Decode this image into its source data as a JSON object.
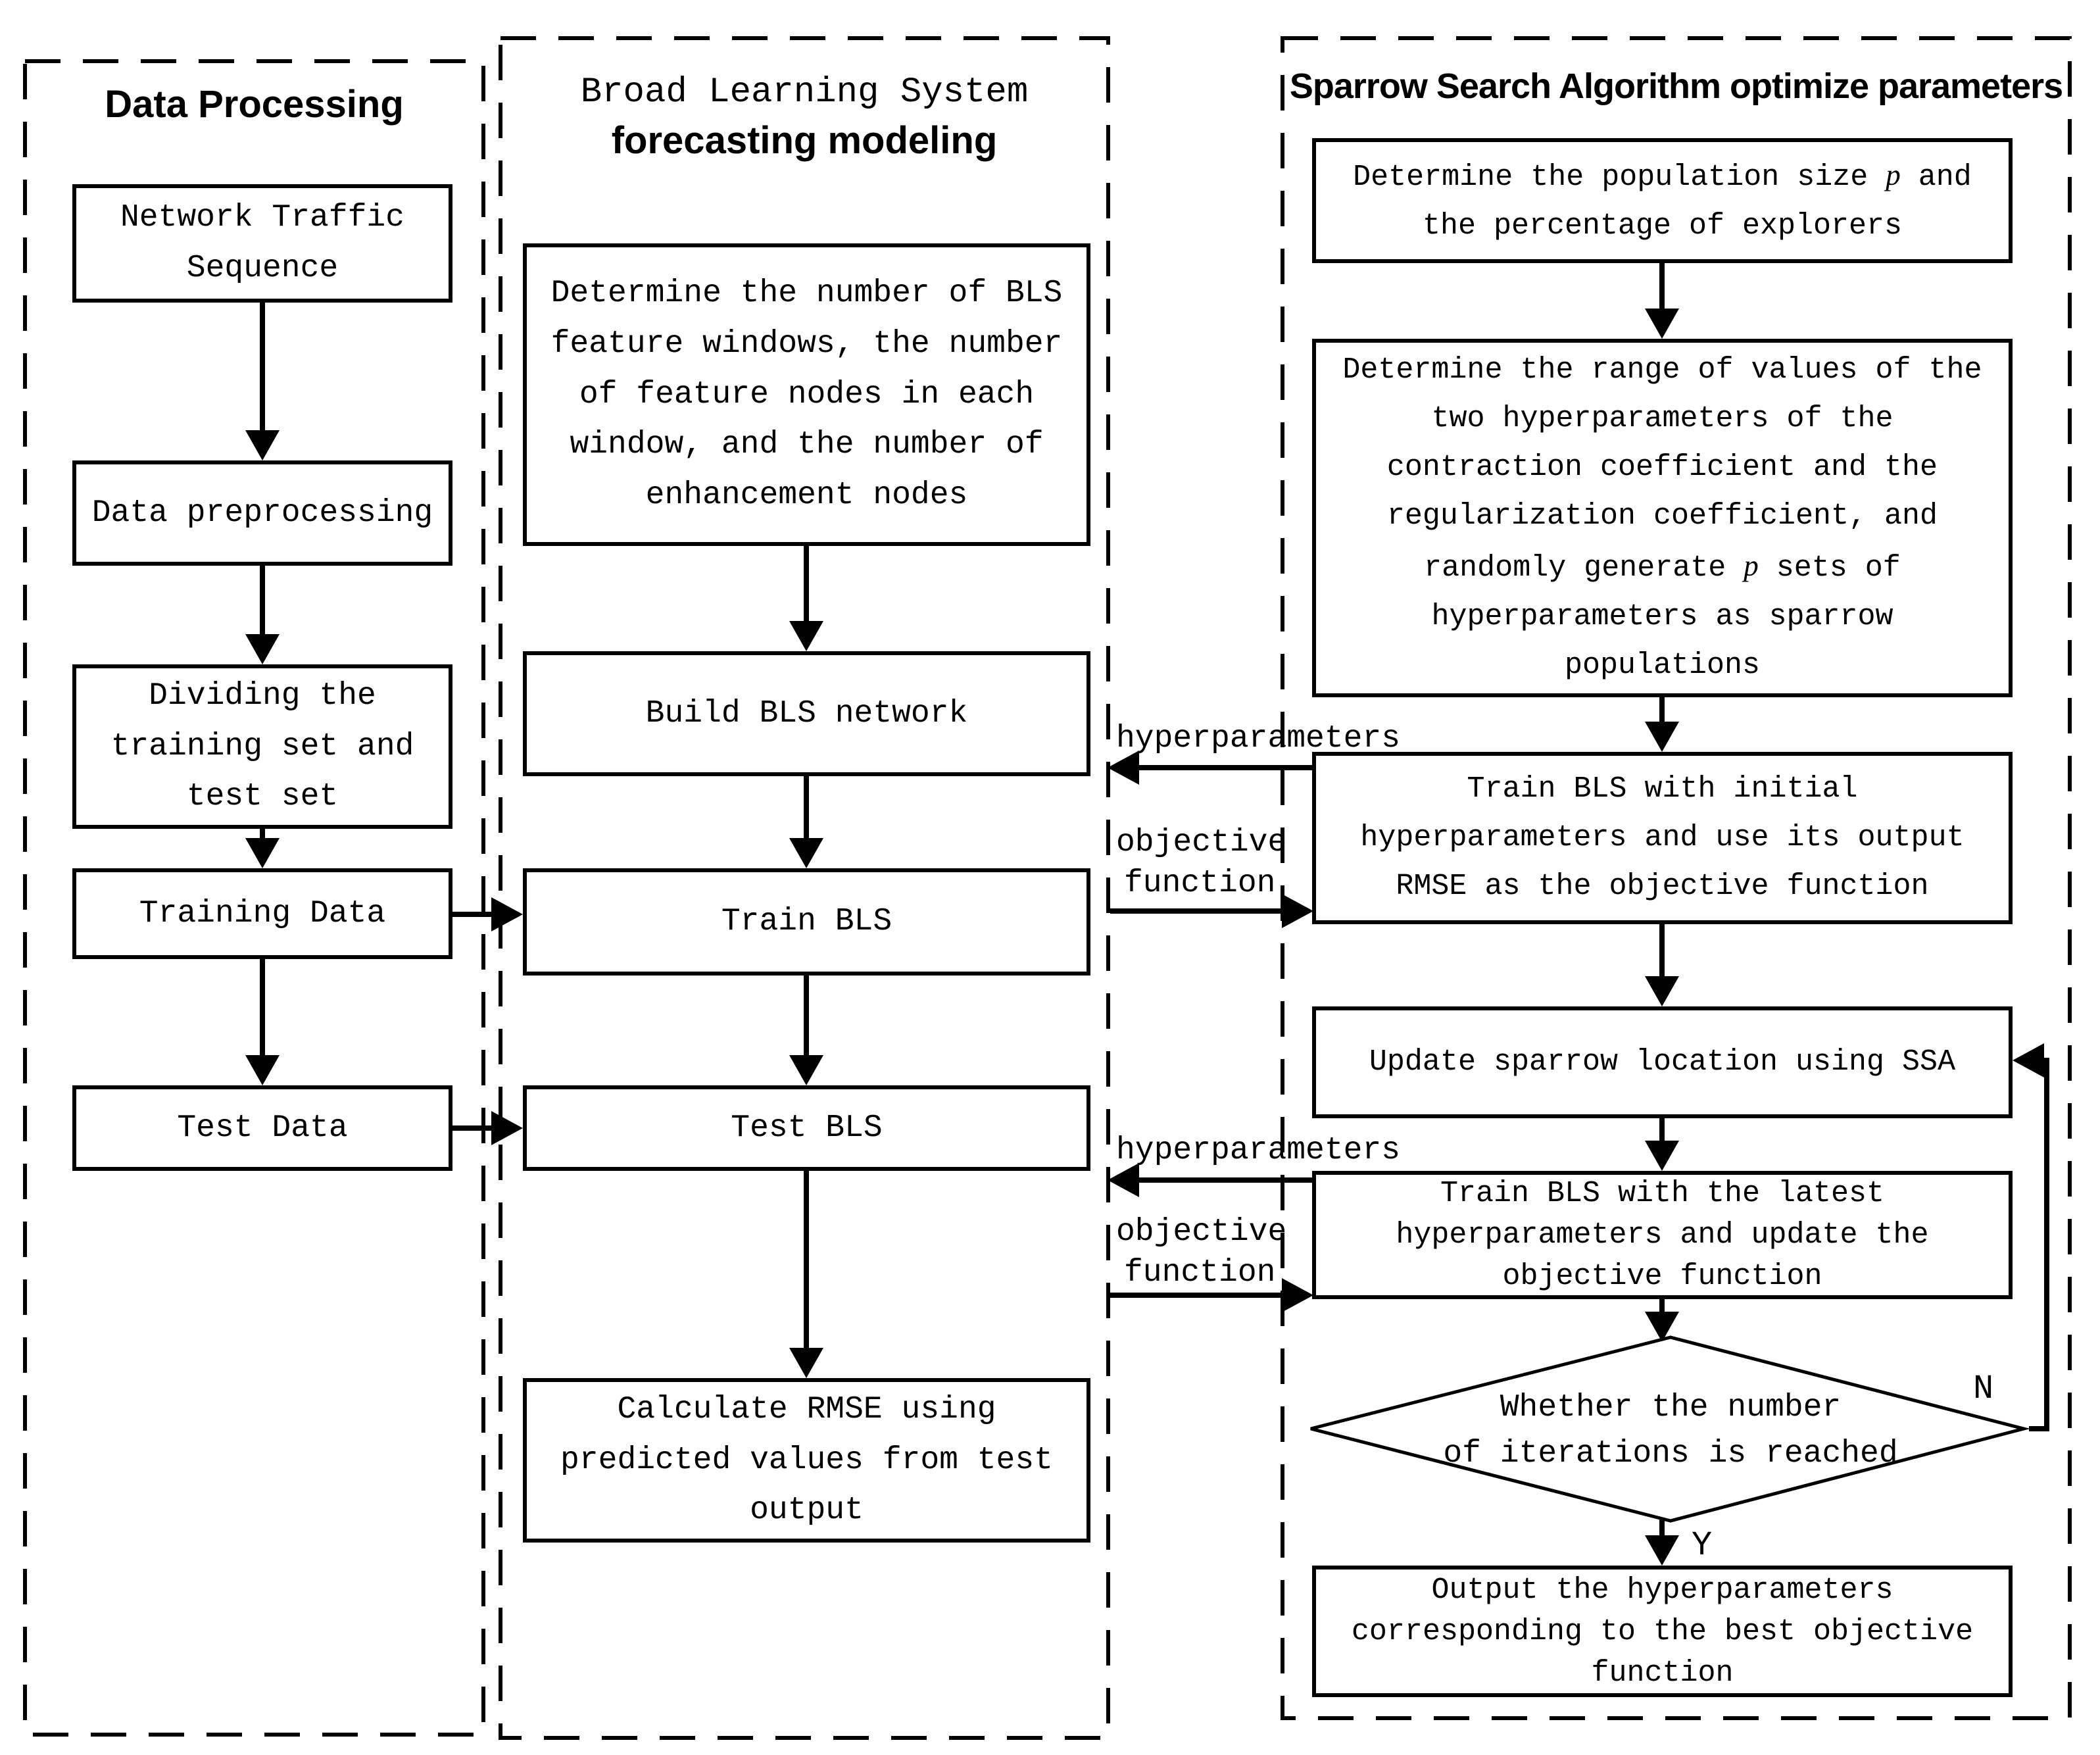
{
  "colors": {
    "ink": "#000000",
    "background": "#ffffff"
  },
  "left": {
    "title": "Data Processing",
    "b1": [
      "Network Traffic",
      "Sequence"
    ],
    "b2": "Data preprocessing",
    "b3": [
      "Dividing the",
      "training set and",
      "test set"
    ],
    "b4": "Training Data",
    "b5": "Test Data"
  },
  "middle": {
    "title_line1": "Broad Learning System",
    "title_line2": "forecasting modeling",
    "b1": [
      "Determine the number of BLS",
      "feature windows, the number",
      "of feature nodes in each",
      "window, and the number of",
      "enhancement nodes"
    ],
    "b2": "Build BLS network",
    "b3": "Train BLS",
    "b4": "Test BLS",
    "b5": [
      "Calculate RMSE using",
      "predicted values from test",
      "output"
    ]
  },
  "right": {
    "title": "Sparrow Search Algorithm optimize parameters",
    "b1_pre": "Determine the population size ",
    "b1_var": "p",
    "b1_post": " and",
    "b1_line2": "the percentage of explorers",
    "b2": [
      "Determine the range of values of the",
      "two hyperparameters of the",
      "contraction coefficient and the",
      "regularization coefficient, and"
    ],
    "b2_pre": "randomly generate ",
    "b2_var": "p",
    "b2_post": " sets of",
    "b2_tail": [
      "hyperparameters as sparrow",
      "populations"
    ],
    "b3": [
      "Train BLS with initial",
      "hyperparameters and use its output",
      "RMSE as the objective function"
    ],
    "b4": "Update sparrow location using SSA",
    "b5": [
      "Train BLS with the latest",
      "hyperparameters and update the",
      "objective function"
    ],
    "decision": [
      "Whether the  number",
      "of iterations is reached"
    ],
    "b6": [
      "Output the hyperparameters",
      "corresponding to the best objective",
      "function"
    ],
    "label_no": "N",
    "label_yes": "Y"
  },
  "connectors": {
    "hyperparameters_top": "hyperparameters",
    "objective_top": [
      "objective",
      "function"
    ],
    "hyperparameters_bottom": "hyperparameters",
    "objective_bottom": [
      "objective",
      "function"
    ]
  }
}
